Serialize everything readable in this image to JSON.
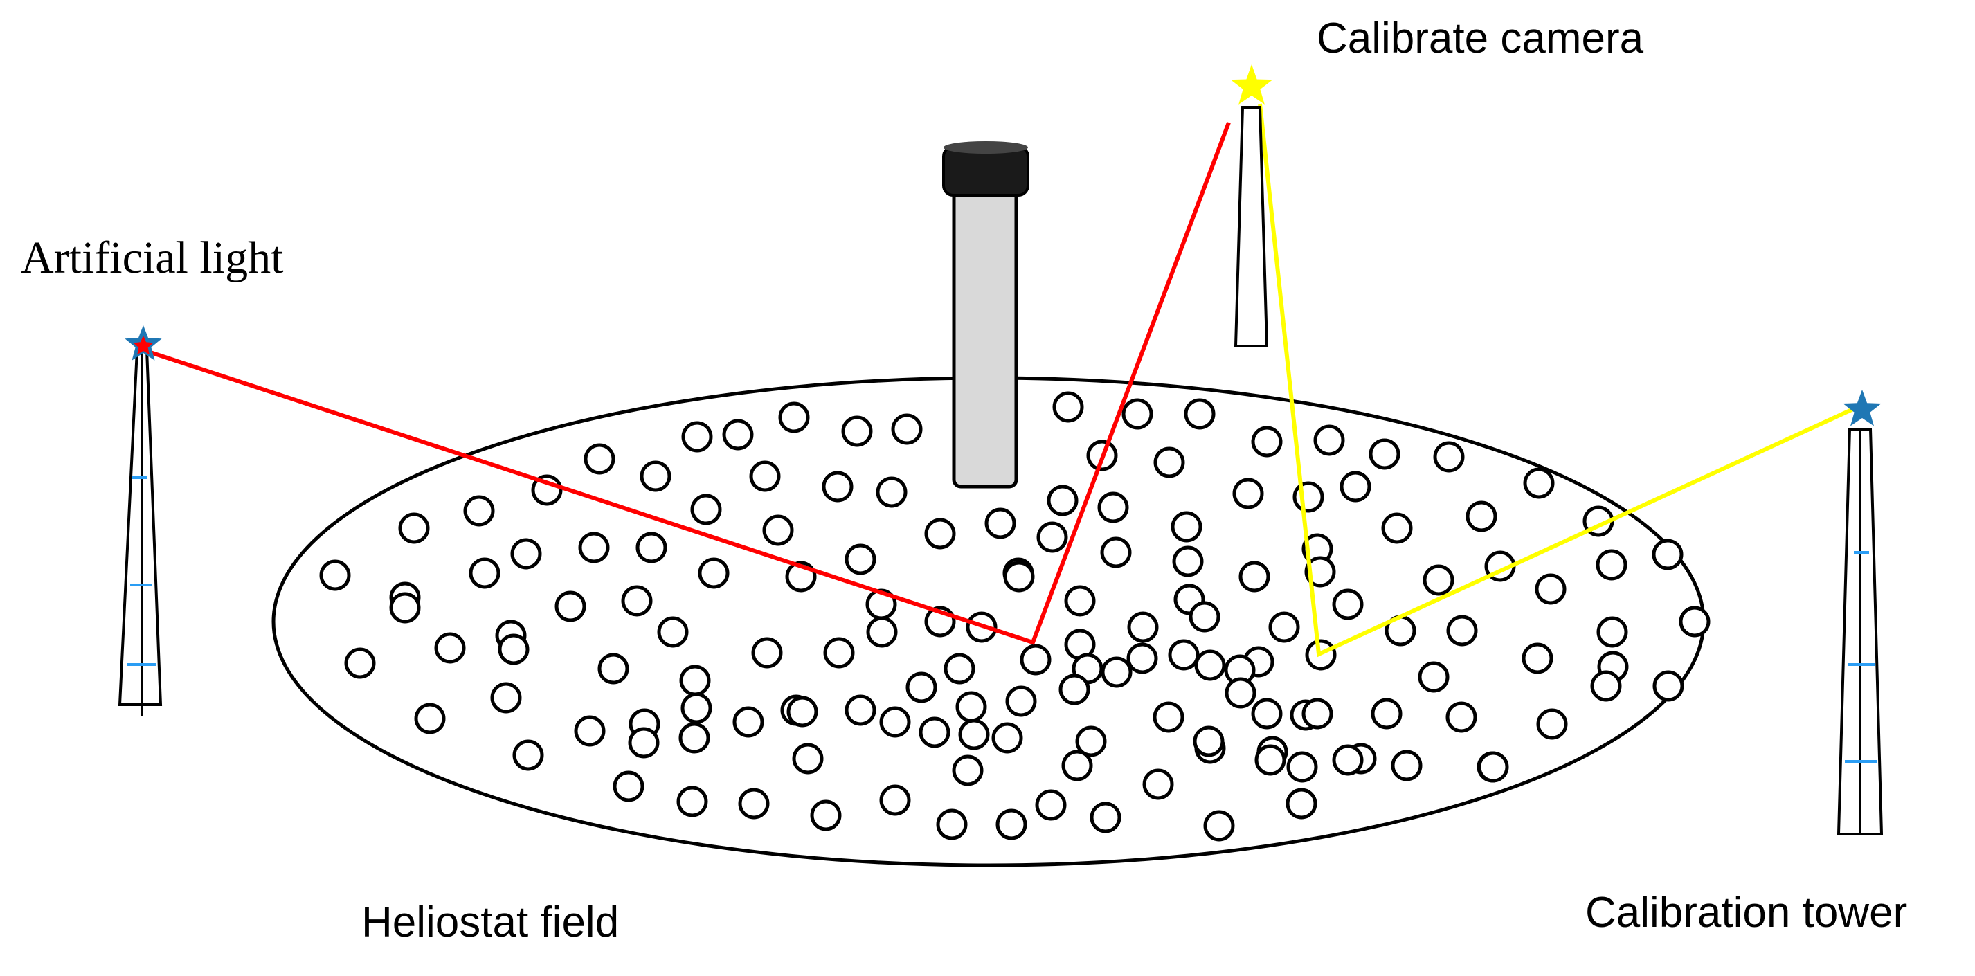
{
  "labels": {
    "artificial_light": "Artificial light",
    "calibrate_camera": "Calibrate camera",
    "heliostat_field": "Heliostat field",
    "calibration_tower": "Calibration tower"
  },
  "colors": {
    "stroke": "#000000",
    "red_beam": "#ff0000",
    "yellow_beam": "#ffff00",
    "blue_star": "#1f77b4",
    "camera_star": "#ffff00",
    "receiver_tower_fill": "#d9d9d9",
    "receiver_cap_fill": "#1a1a1a",
    "tick_blue": "#2a9df4"
  },
  "icons": {
    "artificial_light_source": "blue-star-with-red-center-icon",
    "calibrate_camera_marker": "yellow-star-icon",
    "calibration_target_marker": "blue-star-icon"
  }
}
